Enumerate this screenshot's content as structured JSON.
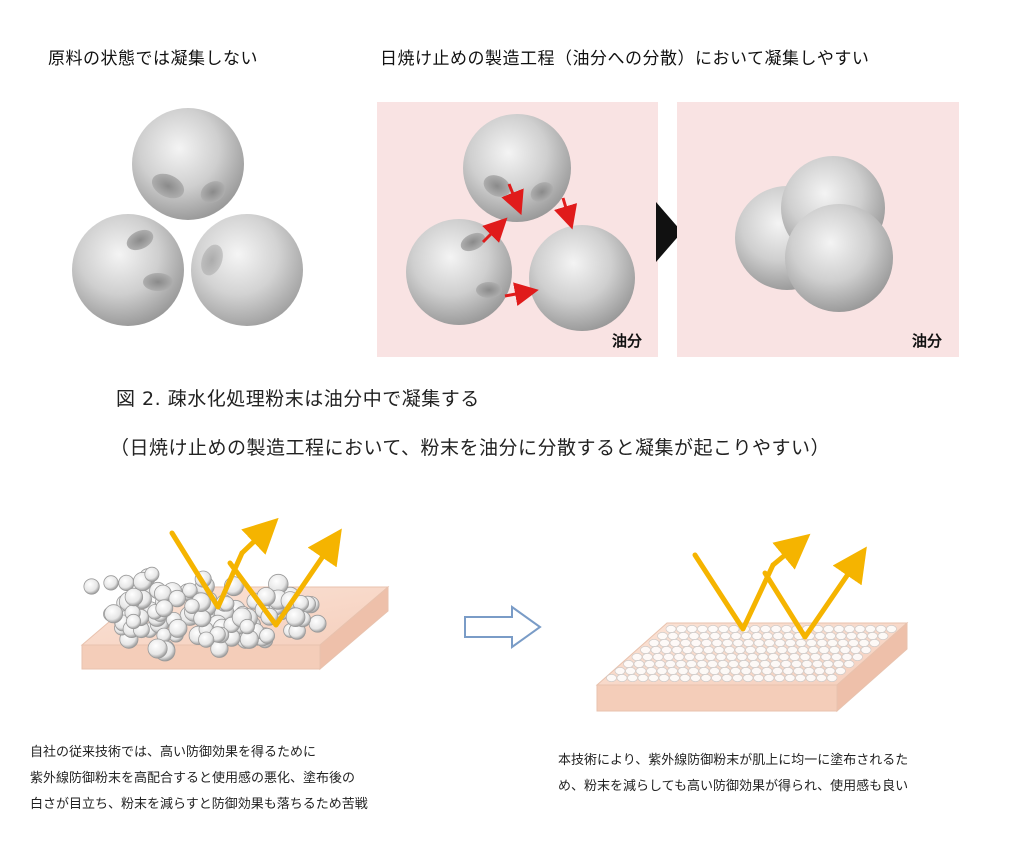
{
  "top_captions": {
    "left": "原料の状態では凝集しない",
    "right": "日焼け止めの製造工程（油分への分散）において凝集しやすい"
  },
  "oil_label_1": "油分",
  "oil_label_2": "油分",
  "figure": {
    "title": "図 2.  疎水化処理粉末は油分中で凝集する",
    "subtitle": "（日焼け止めの製造工程において、粉末を油分に分散すると凝集が起こりやすい）"
  },
  "bottom_left": {
    "lines": [
      "自社の従来技術では、高い防御効果を得るために",
      "紫外線防御粉末を高配合すると使用感の悪化、塗布後の",
      "白さが目立ち、粉末を減らすと防御効果も落ちるため苦戦"
    ]
  },
  "bottom_right": {
    "lines": [
      "本技術により、紫外線防御粉末が肌上に均一に塗布されるた",
      "め、粉末を減らしても高い防御効果が得られ、使用感も良い"
    ]
  },
  "colors": {
    "pink_panel": "#f9e3e3",
    "arrow_red": "#e01b1b",
    "light_yellow": "#f5b400",
    "skin": "#f7d9c8"
  }
}
